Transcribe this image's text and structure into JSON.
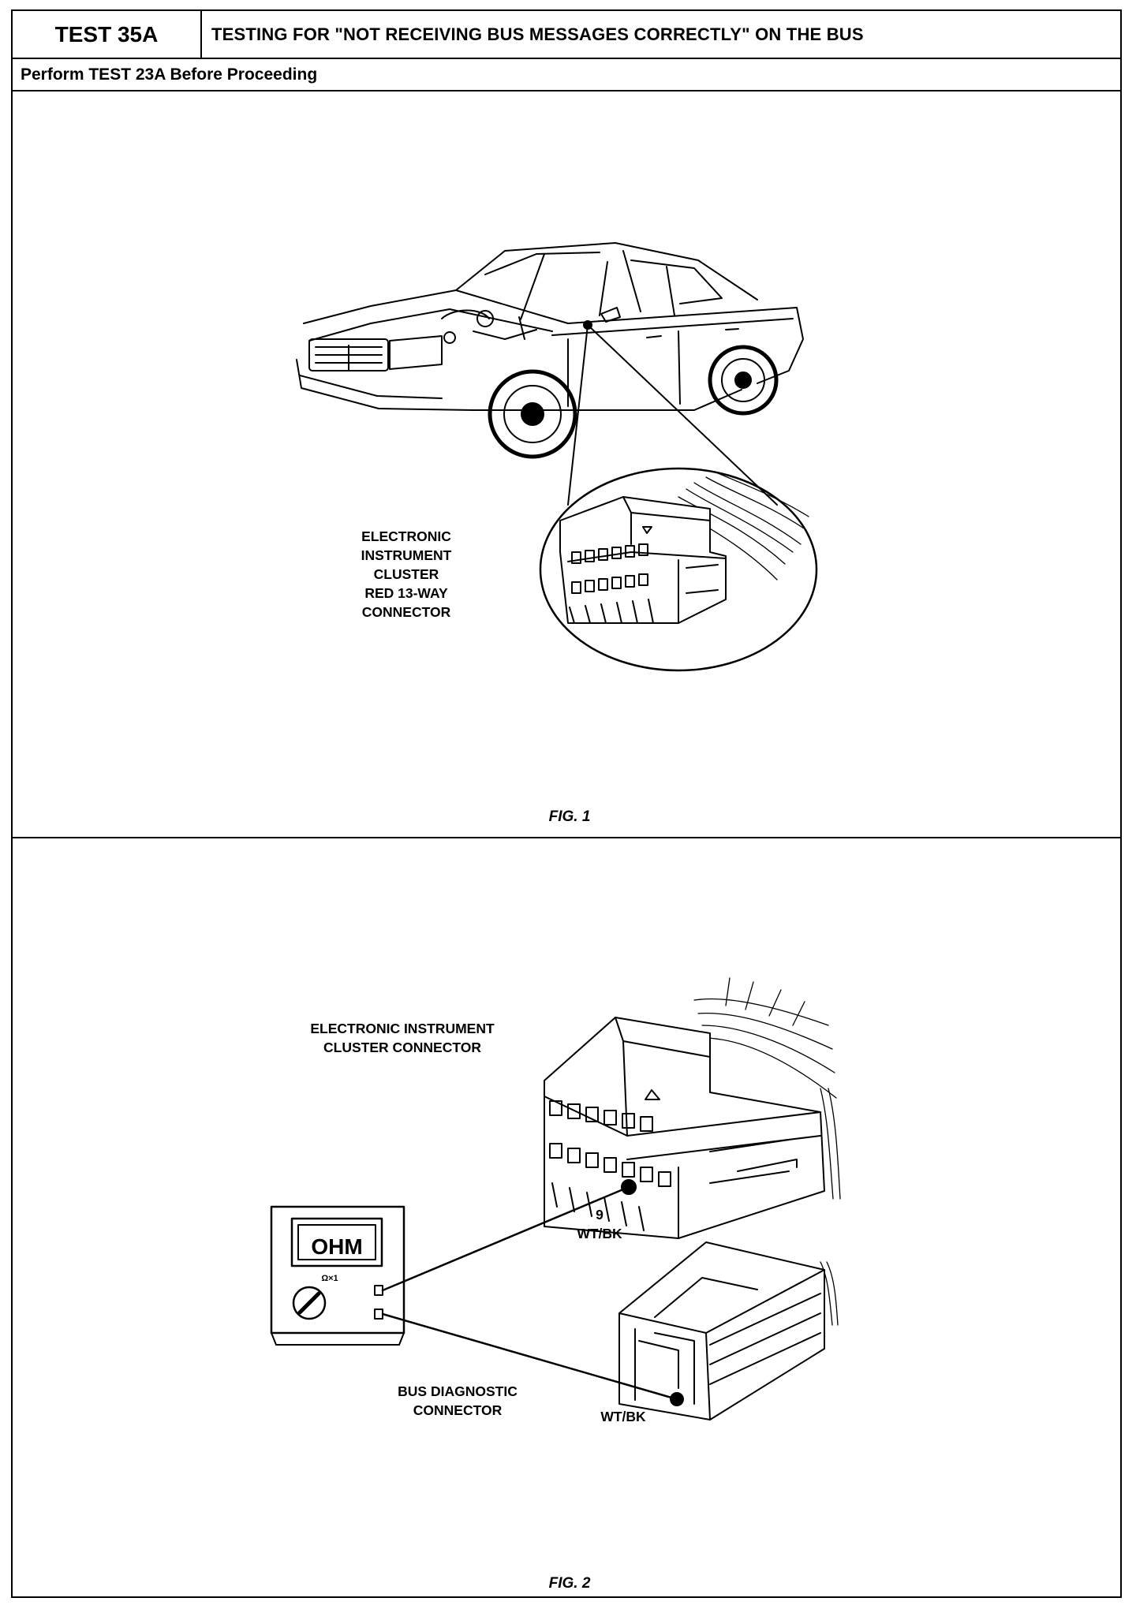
{
  "header": {
    "test_id": "TEST 35A",
    "title": "TESTING FOR \"NOT RECEIVING BUS MESSAGES CORRECTLY\" ON THE BUS",
    "prerequisite": "Perform TEST 23A Before Proceeding"
  },
  "figure1": {
    "caption": "FIG. 1",
    "label_lines": [
      "ELECTRONIC",
      "INSTRUMENT",
      "CLUSTER",
      "RED 13-WAY",
      "CONNECTOR"
    ]
  },
  "figure2": {
    "caption": "FIG. 2",
    "cluster_label_lines": [
      "ELECTRONIC INSTRUMENT",
      "CLUSTER CONNECTOR"
    ],
    "bus_label_lines": [
      "BUS DIAGNOSTIC",
      "CONNECTOR"
    ],
    "pin_number": "9",
    "wire_color_cluster": "WT/BK",
    "wire_color_bus": "WT/BK",
    "meter_display": "OHM",
    "meter_range": "Ω×1"
  }
}
